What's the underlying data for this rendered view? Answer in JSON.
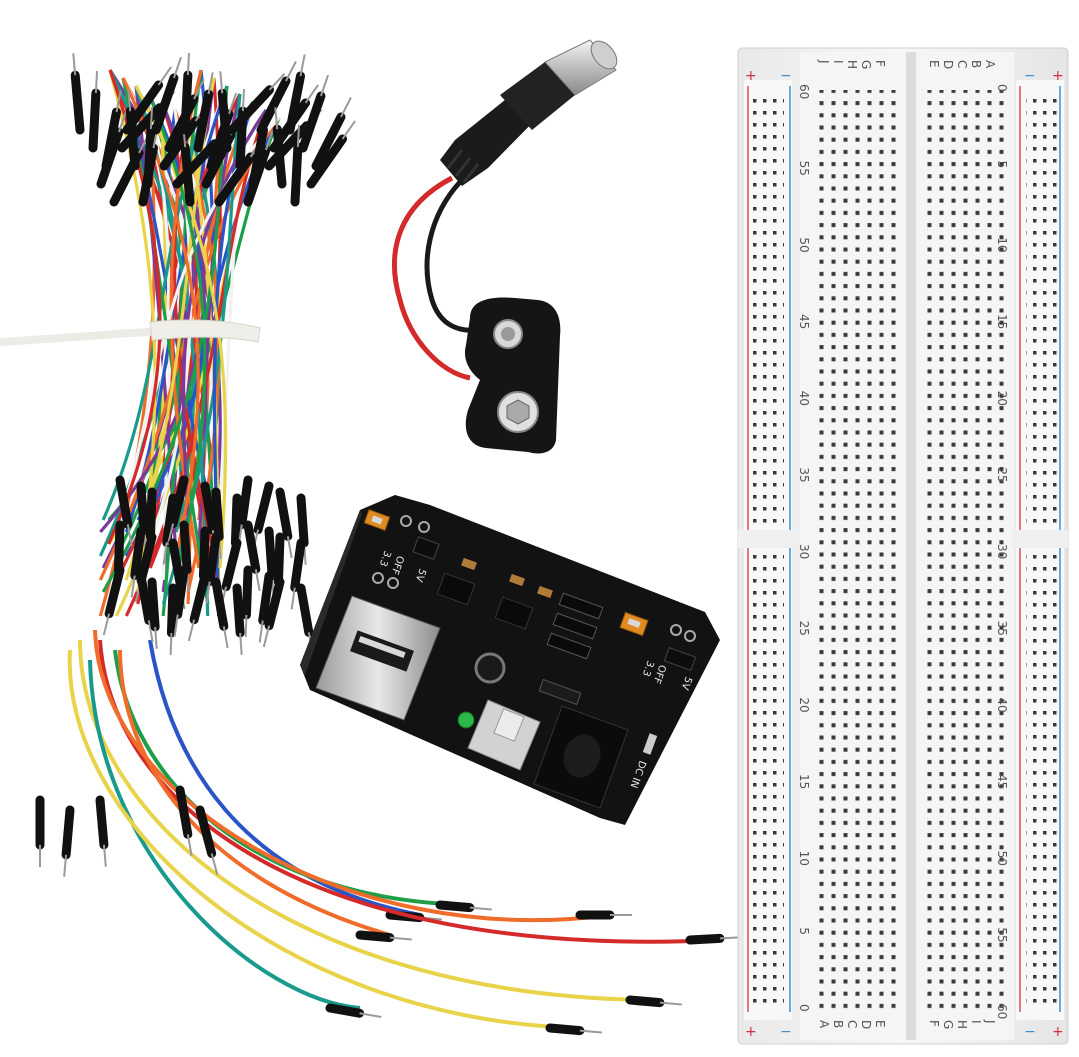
{
  "breadboard": {
    "rail_plus": "+",
    "rail_minus": "−",
    "row_letters_left": [
      "J",
      "I",
      "H",
      "G",
      "F"
    ],
    "row_letters_right": [
      "E",
      "D",
      "C",
      "B",
      "A"
    ],
    "row_letters_left_bottom": [
      "A",
      "B",
      "C",
      "D",
      "E"
    ],
    "row_letters_right_bottom": [
      "F",
      "G",
      "H",
      "I",
      "J"
    ],
    "column_numbers_left": [
      "60",
      "55",
      "50",
      "45",
      "40",
      "35",
      "30",
      "25",
      "20",
      "15",
      "10",
      "5",
      "0"
    ],
    "column_numbers_right": [
      "0",
      "5",
      "10",
      "15",
      "20",
      "25",
      "30",
      "35",
      "40",
      "45",
      "50",
      "55",
      "60"
    ]
  },
  "power_module": {
    "label_off_left": "OFF",
    "label_33_left": "3.3",
    "label_5v_left": "5V",
    "label_off_right": "OFF",
    "label_33_right": "3.3",
    "label_5v_right": "5V",
    "label_dc_in": "DC IN"
  },
  "colors": {
    "wire_red": "#d42a2a",
    "wire_orange": "#f06c2a",
    "wire_yellow": "#e8d34a",
    "wire_green": "#1f9e4a",
    "wire_teal": "#1a9a8c",
    "wire_blue": "#2a55c8",
    "wire_purple": "#7a3a9a",
    "wire_white": "#f2f2f2",
    "pcb_black": "#121212",
    "breadboard_white": "#f2f2f2"
  }
}
